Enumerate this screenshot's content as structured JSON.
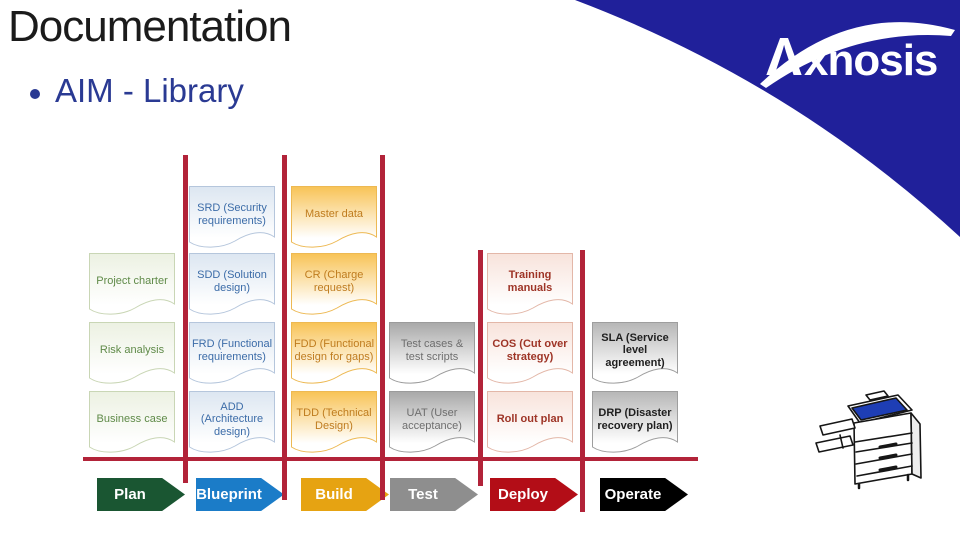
{
  "slide": {
    "title": "Documentation",
    "bullet_text": "AIM - Library"
  },
  "logo": {
    "lambda": "Λ",
    "name": "xnosis"
  },
  "colors": {
    "banner_blue": "#20209a",
    "rule_red": "#b22339",
    "title_text": "#1b1b1b",
    "bullet_text": "#2a3a93"
  },
  "icons": {
    "copier": "photocopier-clipart",
    "logo_swoosh": "arc-swoosh"
  },
  "doc_styles": {
    "plan": {
      "text": "#5f8a48",
      "fill_top": "#ecf1e2",
      "border": "#c9d6b5"
    },
    "blueprint": {
      "text": "#3c6ca8",
      "fill_top": "#dce6f1",
      "border": "#b5c6dc"
    },
    "build": {
      "text": "#bf7c1f",
      "fill_top": "#f8c356",
      "border": "#edb953"
    },
    "test": {
      "text": "#6e6e6e",
      "fill_top": "#a8a8a8",
      "border": "#9b9b9b"
    },
    "deploy": {
      "text": "#9e3426",
      "fill_top": "#f8e3db",
      "border": "#e3b7a8"
    },
    "operate": {
      "text": "#1f1f1f",
      "fill_top": "#b6b6b6",
      "border": "#9e9e9e"
    }
  },
  "documents": [
    {
      "label": "Project charter",
      "col": 0,
      "row": 1,
      "style": "plan"
    },
    {
      "label": "Risk analysis",
      "col": 0,
      "row": 2,
      "style": "plan"
    },
    {
      "label": "Business case",
      "col": 0,
      "row": 3,
      "style": "plan"
    },
    {
      "label": "SRD (Security requirements)",
      "col": 1,
      "row": 0,
      "style": "blueprint"
    },
    {
      "label": "SDD (Solution design)",
      "col": 1,
      "row": 1,
      "style": "blueprint"
    },
    {
      "label": "FRD (Functional requirements)",
      "col": 1,
      "row": 2,
      "style": "blueprint"
    },
    {
      "label": "ADD (Architecture design)",
      "col": 1,
      "row": 3,
      "style": "blueprint"
    },
    {
      "label": "Master data",
      "col": 2,
      "row": 0,
      "style": "build"
    },
    {
      "label": "CR (Charge request)",
      "col": 2,
      "row": 1,
      "style": "build"
    },
    {
      "label": "FDD (Functional design for gaps)",
      "col": 2,
      "row": 2,
      "style": "build"
    },
    {
      "label": "TDD (Technical Design)",
      "col": 2,
      "row": 3,
      "style": "build"
    },
    {
      "label": "Test cases & test scripts",
      "col": 3,
      "row": 2,
      "style": "test"
    },
    {
      "label": "UAT (User acceptance)",
      "col": 3,
      "row": 3,
      "style": "test"
    },
    {
      "label": "Training manuals",
      "col": 4,
      "row": 1,
      "style": "deploy"
    },
    {
      "label": "COS (Cut over strategy)",
      "col": 4,
      "row": 2,
      "style": "deploy"
    },
    {
      "label": "Roll out plan",
      "col": 4,
      "row": 3,
      "style": "deploy"
    },
    {
      "label": "SLA (Service level agreement)",
      "col": 5,
      "row": 2,
      "style": "operate"
    },
    {
      "label": "DRP (Disaster recovery plan)",
      "col": 5,
      "row": 3,
      "style": "operate"
    }
  ],
  "phases": [
    {
      "label": "Plan",
      "color": "#1a5632"
    },
    {
      "label": "Blueprint",
      "color": "#1b7cc8"
    },
    {
      "label": "Build",
      "color": "#e6a312"
    },
    {
      "label": "Test",
      "color": "#8e8e8e"
    },
    {
      "label": "Deploy",
      "color": "#b30d17"
    },
    {
      "label": "Operate",
      "color": "#000000"
    }
  ]
}
